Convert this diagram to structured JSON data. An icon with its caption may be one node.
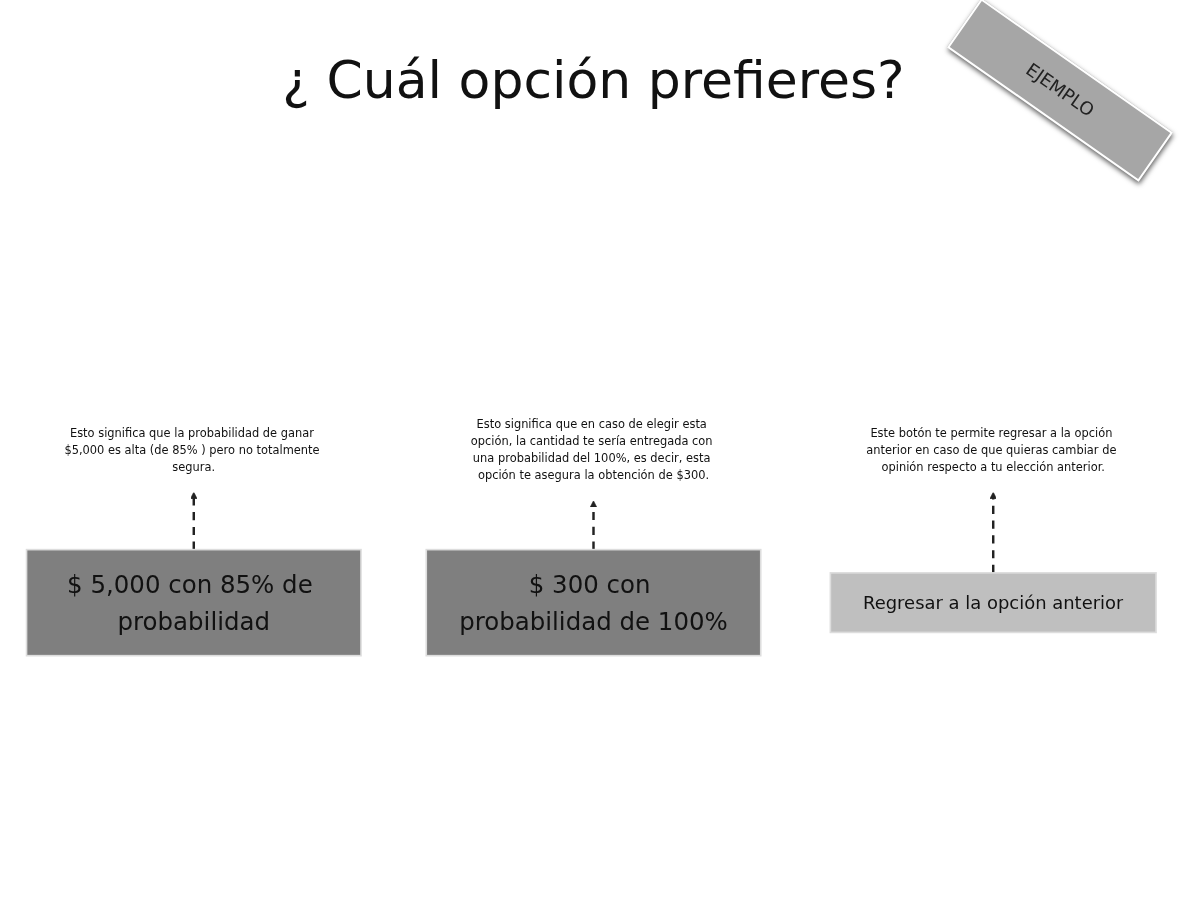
{
  "diagram": {
    "title": "¿ Cuál opción prefieres?",
    "nodes": [
      {
        "text": [
          "Esto significa que la probabilidad de ganar $5,000 es alta (de 85% ) pero no totalmente segura."
        ]
      },
      {
        "text": [
          "$ 5,000 con 85% de probabilidad"
        ]
      },
      {
        "text": [
          "Esto significa que en caso de elegir esta opción, la cantidad te sería entregada con una probabilidad del 100%, es decir, esta opción te asegura la obtención de $300."
        ]
      },
      {
        "text": [
          "$ 300 con probabilidad de 100%"
        ]
      },
      {
        "text": [
          "Este botón te permite regresar a la opción anterior en caso de que quieras cambiar de opinión respecto a tu elección anterior."
        ]
      },
      {
        "text": [
          "Regresar a la opción anterior"
        ]
      }
    ],
    "edges": [
      {
        "from": 1,
        "to": 0,
        "arrow": "to",
        "style": "dashed"
      },
      {
        "from": 3,
        "to": 2,
        "arrow": "to",
        "style": "dashed"
      },
      {
        "from": 5,
        "to": 4,
        "arrow": "to",
        "style": "dashed"
      }
    ],
    "labels": [
      "EJEMPLO"
    ]
  }
}
